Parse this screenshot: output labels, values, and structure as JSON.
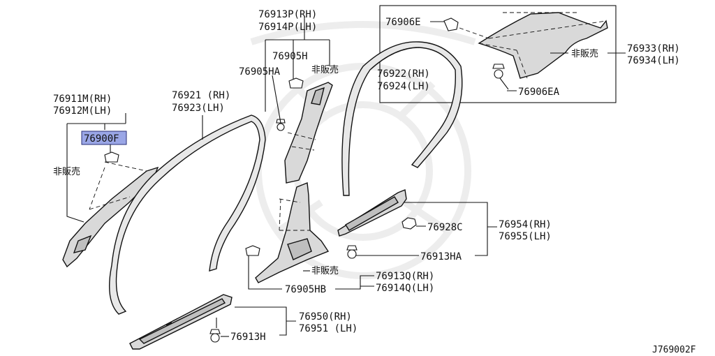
{
  "diagram": {
    "parts": {
      "p76913P": "76913P(RH)",
      "p76914P": "76914P(LH)",
      "p76905H": "76905H",
      "p76905HA": "76905HA",
      "notSold1": "非販売",
      "p76906E": "76906E",
      "notSold2": "非販売",
      "p76933": "76933(RH)",
      "p76934": "76934(LH)",
      "p76906EA": "76906EA",
      "p76922": "76922(RH)",
      "p76924": "76924(LH)",
      "p76911M": "76911M(RH)",
      "p76912M": "76912M(LH)",
      "p76900F": "76900F",
      "notSold3": "非販売",
      "p76921": "76921 (RH)",
      "p76923": "76923(LH)",
      "p76928C": "76928C",
      "p76954": "76954(RH)",
      "p76955": "76955(LH)",
      "p76913HA": "76913HA",
      "notSold4": "非販売",
      "p76913Q": "76913Q(RH)",
      "p76914Q": "76914Q(LH)",
      "p76905HB": "76905HB",
      "p76950": "76950(RH)",
      "p76951": "76951 (LH)",
      "p76913H": "76913H"
    },
    "reference": "J769002F",
    "highlight_color": "#9aa6e6"
  }
}
